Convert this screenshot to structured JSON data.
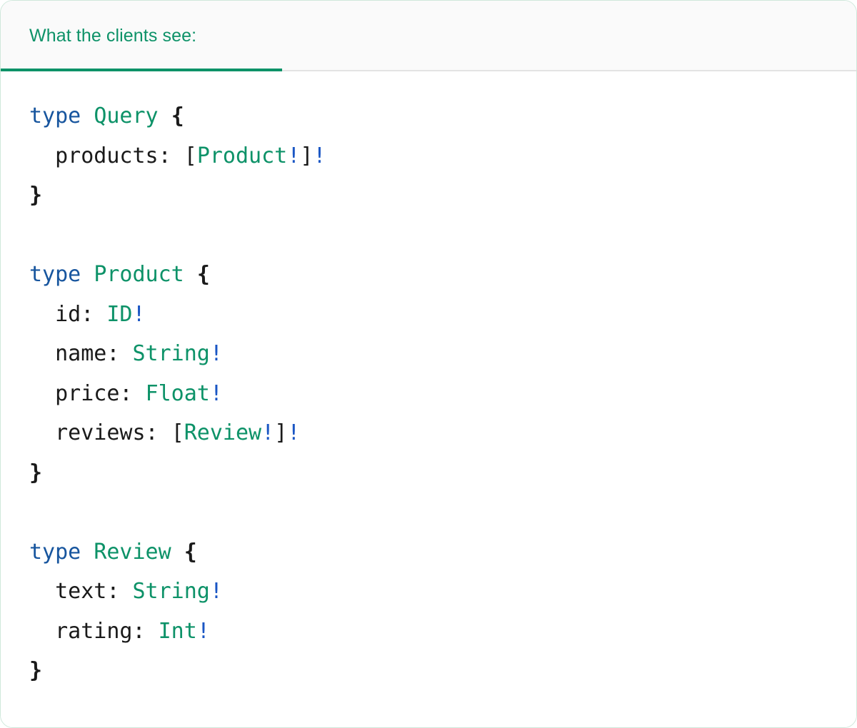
{
  "card": {
    "border_color": "#cfe8db",
    "background": "#ffffff"
  },
  "tabs": {
    "background": "#fafafa",
    "active_index": 0,
    "items": [
      {
        "label": "What the clients see:",
        "active": true,
        "color": "#0d9268",
        "underline_color": "#0d9268"
      }
    ],
    "baseline_color": "#e3e3e3"
  },
  "syntax_colors": {
    "keyword": "#17559e",
    "type": "#0d9268",
    "field": "#1a1a1a",
    "punctuation": "#1a1a1a",
    "bang": "#1a56c4",
    "brace": "#1a1a1a"
  },
  "code": {
    "language": "graphql",
    "text": "type Query {\n  products: [Product!]!\n}\n\ntype Product {\n  id: ID!\n  name: String!\n  price: Float!\n  reviews: [Review!]!\n}\n\ntype Review {\n  text: String!\n  rating: Int!\n}",
    "lines": [
      {
        "id": "l1",
        "tokens": [
          {
            "t": "type",
            "k": "keyword"
          },
          {
            "t": " ",
            "k": "plain"
          },
          {
            "t": "Query",
            "k": "type"
          },
          {
            "t": " ",
            "k": "plain"
          },
          {
            "t": "{",
            "k": "brace"
          }
        ]
      },
      {
        "id": "l2",
        "tokens": [
          {
            "t": "  products: ",
            "k": "field"
          },
          {
            "t": "[",
            "k": "bracket"
          },
          {
            "t": "Product",
            "k": "type"
          },
          {
            "t": "!",
            "k": "bang"
          },
          {
            "t": "]",
            "k": "bracket"
          },
          {
            "t": "!",
            "k": "bang"
          }
        ]
      },
      {
        "id": "l3",
        "tokens": [
          {
            "t": "}",
            "k": "brace"
          }
        ]
      },
      {
        "id": "l4",
        "tokens": []
      },
      {
        "id": "l5",
        "tokens": [
          {
            "t": "type",
            "k": "keyword"
          },
          {
            "t": " ",
            "k": "plain"
          },
          {
            "t": "Product",
            "k": "type"
          },
          {
            "t": " ",
            "k": "plain"
          },
          {
            "t": "{",
            "k": "brace"
          }
        ]
      },
      {
        "id": "l6",
        "tokens": [
          {
            "t": "  id: ",
            "k": "field"
          },
          {
            "t": "ID",
            "k": "type"
          },
          {
            "t": "!",
            "k": "bang"
          }
        ]
      },
      {
        "id": "l7",
        "tokens": [
          {
            "t": "  name: ",
            "k": "field"
          },
          {
            "t": "String",
            "k": "type"
          },
          {
            "t": "!",
            "k": "bang"
          }
        ]
      },
      {
        "id": "l8",
        "tokens": [
          {
            "t": "  price: ",
            "k": "field"
          },
          {
            "t": "Float",
            "k": "type"
          },
          {
            "t": "!",
            "k": "bang"
          }
        ]
      },
      {
        "id": "l9",
        "tokens": [
          {
            "t": "  reviews: ",
            "k": "field"
          },
          {
            "t": "[",
            "k": "bracket"
          },
          {
            "t": "Review",
            "k": "type"
          },
          {
            "t": "!",
            "k": "bang"
          },
          {
            "t": "]",
            "k": "bracket"
          },
          {
            "t": "!",
            "k": "bang"
          }
        ]
      },
      {
        "id": "l10",
        "tokens": [
          {
            "t": "}",
            "k": "brace"
          }
        ]
      },
      {
        "id": "l11",
        "tokens": []
      },
      {
        "id": "l12",
        "tokens": [
          {
            "t": "type",
            "k": "keyword"
          },
          {
            "t": " ",
            "k": "plain"
          },
          {
            "t": "Review",
            "k": "type"
          },
          {
            "t": " ",
            "k": "plain"
          },
          {
            "t": "{",
            "k": "brace"
          }
        ]
      },
      {
        "id": "l13",
        "tokens": [
          {
            "t": "  text: ",
            "k": "field"
          },
          {
            "t": "String",
            "k": "type"
          },
          {
            "t": "!",
            "k": "bang"
          }
        ]
      },
      {
        "id": "l14",
        "tokens": [
          {
            "t": "  rating: ",
            "k": "field"
          },
          {
            "t": "Int",
            "k": "type"
          },
          {
            "t": "!",
            "k": "bang"
          }
        ]
      },
      {
        "id": "l15",
        "tokens": [
          {
            "t": "}",
            "k": "brace"
          }
        ]
      }
    ]
  }
}
